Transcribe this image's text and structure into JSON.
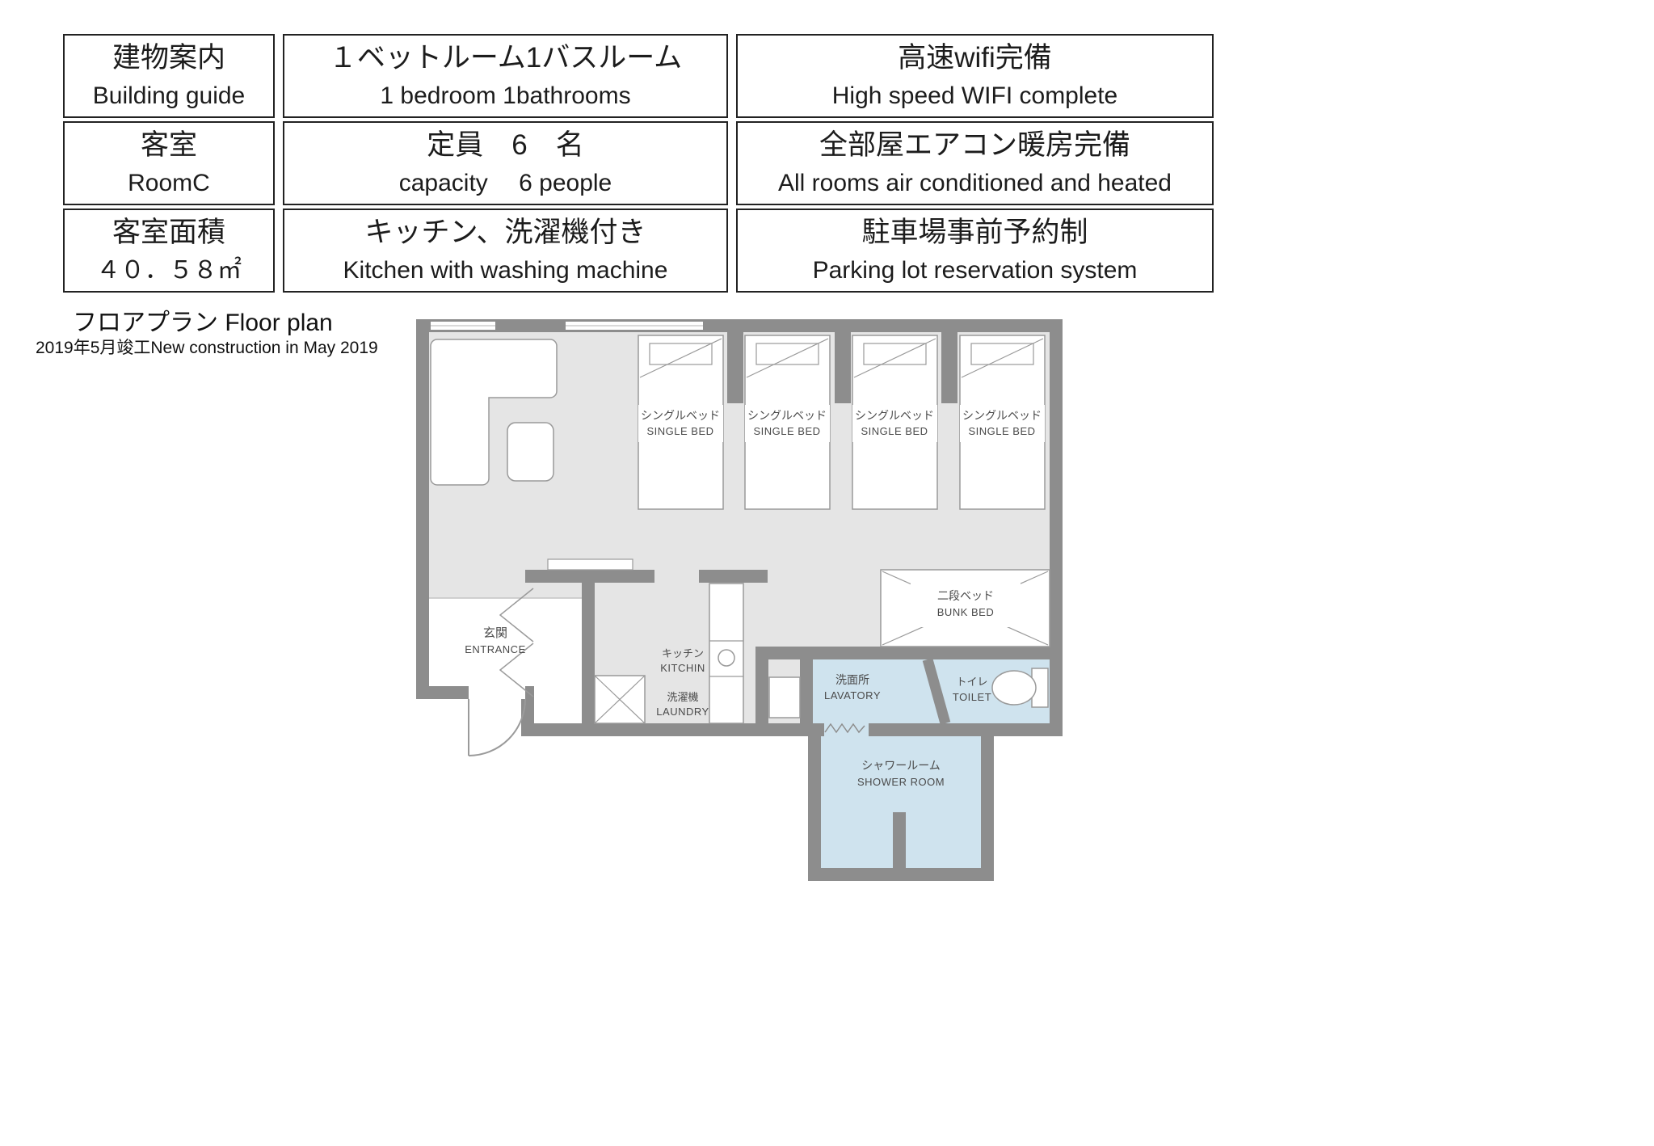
{
  "info_table": {
    "rows": [
      [
        {
          "jp": "建物案内",
          "en": "Building guide"
        },
        {
          "jp": "１ベットルーム1バスルーム",
          "en": "1 bedroom 1bathrooms"
        },
        {
          "jp": "高速wifi完備",
          "en": "High speed WIFI complete"
        }
      ],
      [
        {
          "jp": "客室",
          "en": "RoomC"
        },
        {
          "jp": "定員　6　名",
          "en": "capacity　 6 people"
        },
        {
          "jp": "全部屋エアコン暖房完備",
          "en": "All rooms air conditioned and heated"
        }
      ],
      [
        {
          "jp": "客室面積",
          "en": "４０．５８㎡"
        },
        {
          "jp": "キッチン、洗濯機付き",
          "en": "Kitchen with washing machine"
        },
        {
          "jp": "駐車場事前予約制",
          "en": "Parking lot reservation system"
        }
      ]
    ]
  },
  "floor_plan": {
    "title": "フロアプラン Floor plan",
    "subtitle": "2019年5月竣工New construction in May 2019",
    "rooms": {
      "single_bed": {
        "jp": "シングルベッド",
        "en": "SINGLE BED"
      },
      "bunk_bed": {
        "jp": "二段ベッド",
        "en": "BUNK BED"
      },
      "entrance": {
        "jp": "玄関",
        "en": "ENTRANCE"
      },
      "kitchen": {
        "jp": "キッチン",
        "en": "KITCHIN"
      },
      "laundry": {
        "jp": "洗濯機",
        "en": "LAUNDRY"
      },
      "lavatory": {
        "jp": "洗面所",
        "en": "LAVATORY"
      },
      "toilet": {
        "jp": "トイレ",
        "en": "TOILET"
      },
      "shower": {
        "jp": "シャワールーム",
        "en": "SHOWER ROOM"
      }
    },
    "colors": {
      "wall": "#8d8d8d",
      "floor": "#e5e5e5",
      "wet_area": "#cfe3ee",
      "fixture_line": "#9a9a9a"
    }
  }
}
